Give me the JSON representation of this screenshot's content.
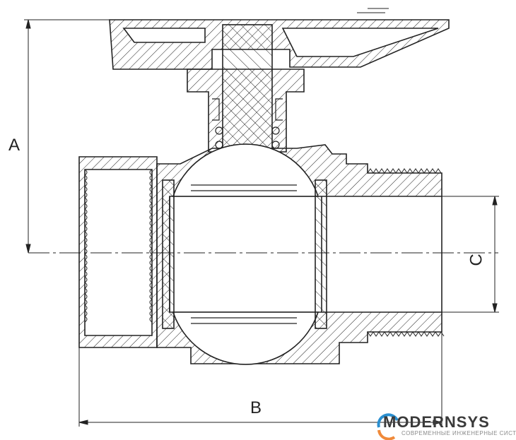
{
  "dimensions": {
    "a_label": "A",
    "b_label": "B",
    "c_label": "C"
  },
  "logo": {
    "name": "MODERNSYS",
    "tagline": "СОВРЕМЕННЫЕ ИНЖЕНЕРНЫЕ СИСТЕМЫ",
    "accent_blue": "#2a8fd0",
    "accent_orange": "#f08a3a"
  },
  "colors": {
    "line": "#222222"
  }
}
